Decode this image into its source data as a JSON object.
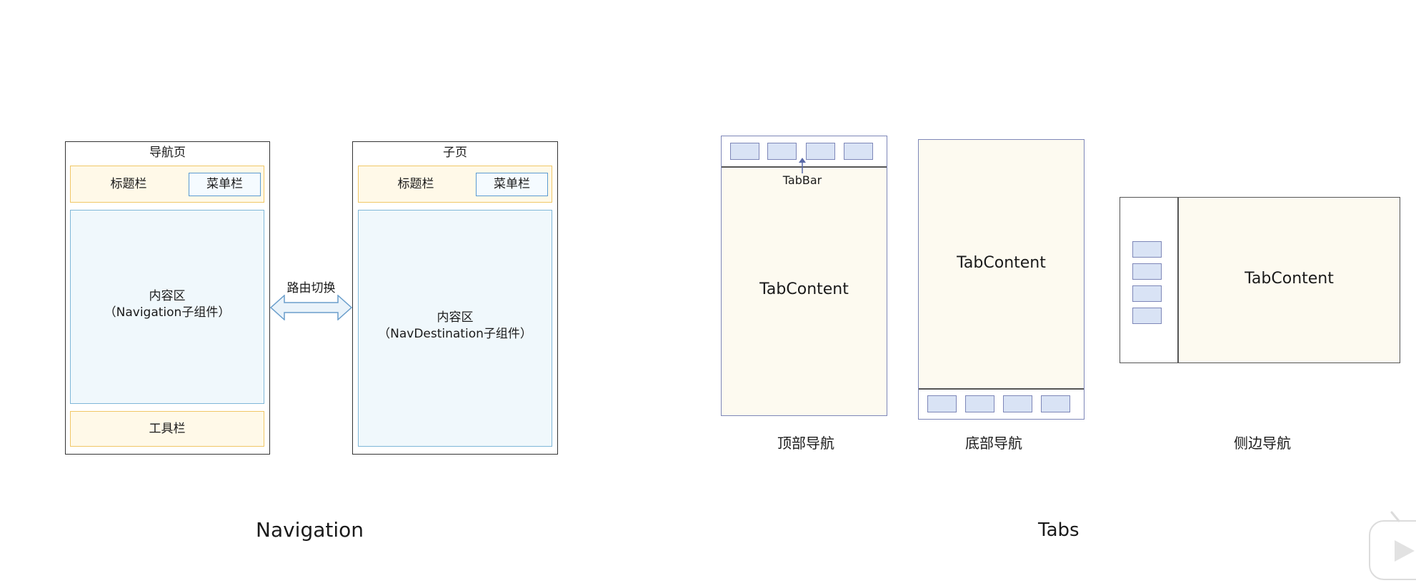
{
  "navigation": {
    "nav_page": {
      "title": "导航页",
      "title_bar": "标题栏",
      "menu_bar": "菜单栏",
      "content_line1": "内容区",
      "content_line2": "（Navigation子组件）",
      "toolbar": "工具栏"
    },
    "route_switch": "路由切换",
    "sub_page": {
      "title": "子页",
      "title_bar": "标题栏",
      "menu_bar": "菜单栏",
      "content_line1": "内容区",
      "content_line2": "（NavDestination子组件）"
    },
    "label": "Navigation"
  },
  "tabs": {
    "top_nav": {
      "tabbar_label": "TabBar",
      "content": "TabContent",
      "caption": "顶部导航"
    },
    "bottom_nav": {
      "content": "TabContent",
      "caption": "底部导航"
    },
    "side_nav": {
      "content": "TabContent",
      "caption": "侧边导航"
    },
    "label": "Tabs"
  },
  "colors": {
    "yellow_fill": "#fff9e8",
    "yellow_border": "#f0c766",
    "blue_fill": "#f0f8fc",
    "blue_border": "#7fb7d8",
    "tab_item_fill": "#d9e3f5",
    "tab_border": "#7d86b8",
    "tab_content_fill": "#fdfaf0"
  }
}
